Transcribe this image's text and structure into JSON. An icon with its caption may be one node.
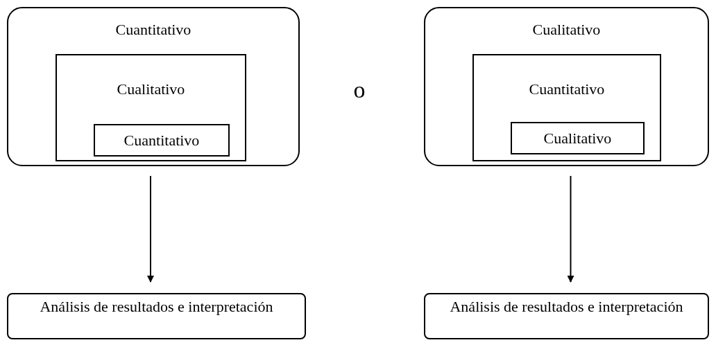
{
  "diagram": {
    "nodes": [
      {
        "text": [
          "Cuantitativo"
        ]
      },
      {
        "text": [
          "Cualitativo"
        ],
        "in": 0
      },
      {
        "text": [
          "Cuantitativo"
        ],
        "in": 1
      },
      {
        "text": [
          "Cualitativo"
        ]
      },
      {
        "text": [
          "Cuantitativo"
        ],
        "in": 3
      },
      {
        "text": [
          "Cualitativo"
        ],
        "in": 4
      },
      {
        "text": [
          "Análisis de resultados e interpretación"
        ]
      },
      {
        "text": [
          "Análisis de resultados e interpretación"
        ]
      }
    ],
    "edges": [
      {
        "from": 0,
        "to": 6,
        "arrow": "to"
      },
      {
        "from": 3,
        "to": 7,
        "arrow": "to"
      }
    ],
    "labels": [
      "o"
    ]
  }
}
